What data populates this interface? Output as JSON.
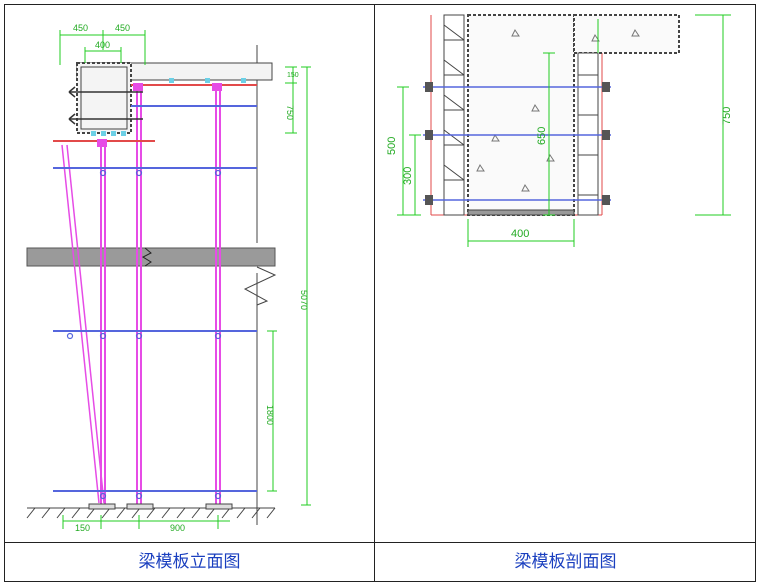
{
  "colors": {
    "dim_green": "#22cc22",
    "pink_pole": "#e64ce6",
    "blue_bar": "#5566dd",
    "red_outline": "#e24a4a",
    "concrete_gray": "#9a9a9a",
    "caption_blue": "#1a3fbf"
  },
  "left_panel": {
    "caption": "梁模板立面图",
    "dims": {
      "top_w1": "450",
      "top_w2": "450",
      "top_w3": "400",
      "right_top": "150",
      "right_750": "750",
      "right_total": "5070",
      "right_1800": "1800",
      "bottom_150": "150",
      "bottom_900": "900"
    }
  },
  "right_panel": {
    "caption": "梁模板剖面图",
    "dims": {
      "left_500": "500",
      "left_300": "300",
      "mid_650": "650",
      "right_750": "750",
      "bottom_400": "400"
    }
  }
}
